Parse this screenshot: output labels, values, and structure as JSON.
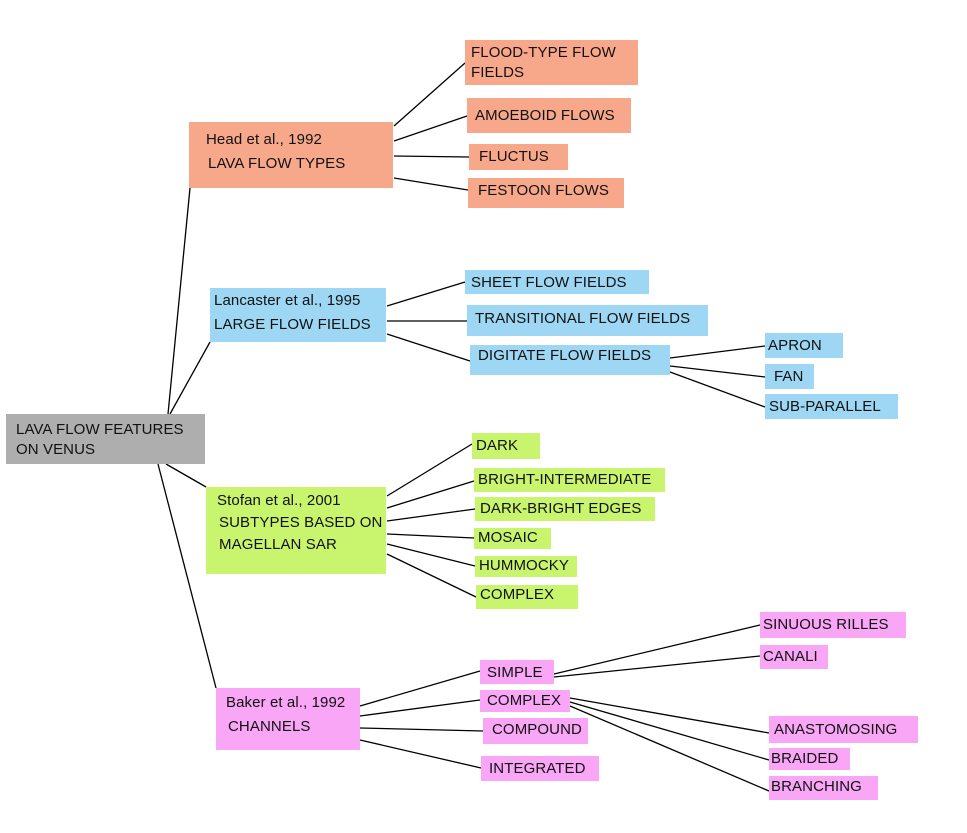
{
  "root": {
    "line1": "LAVA FLOW FEATURES",
    "line2": "ON VENUS"
  },
  "head": {
    "source": "Head et al., 1992",
    "title": "LAVA FLOW TYPES",
    "children": [
      "FLOOD-TYPE FLOW",
      "FIELDS",
      "AMOEBOID FLOWS",
      "FLUCTUS",
      "FESTOON FLOWS"
    ]
  },
  "lancaster": {
    "source": "Lancaster et al., 1995",
    "title": "LARGE FLOW FIELDS",
    "children": [
      "SHEET FLOW FIELDS",
      "TRANSITIONAL FLOW FIELDS",
      "DIGITATE FLOW FIELDS"
    ],
    "digitate_children": [
      "APRON",
      "FAN",
      "SUB-PARALLEL"
    ]
  },
  "stofan": {
    "source": "Stofan et al., 2001",
    "title_line1": "SUBTYPES BASED ON",
    "title_line2": "MAGELLAN SAR",
    "children": [
      "DARK",
      "BRIGHT-INTERMEDIATE",
      "DARK-BRIGHT EDGES",
      "MOSAIC",
      "HUMMOCKY",
      "COMPLEX"
    ]
  },
  "baker": {
    "source": "Baker et al., 1992",
    "title": "CHANNELS",
    "children": [
      "SIMPLE",
      "COMPLEX",
      "COMPOUND",
      "INTEGRATED"
    ],
    "simple_children": [
      "SINUOUS RILLES",
      "CANALI"
    ],
    "complex_children": [
      "ANASTOMOSING",
      "BRAIDED",
      "BRANCHING"
    ]
  },
  "colors": {
    "root": "#aeaeae",
    "head": "#f8a88a",
    "lancaster": "#9dd7f3",
    "stofan": "#c9f56e",
    "baker": "#f8a6f5",
    "line": "#000000"
  }
}
